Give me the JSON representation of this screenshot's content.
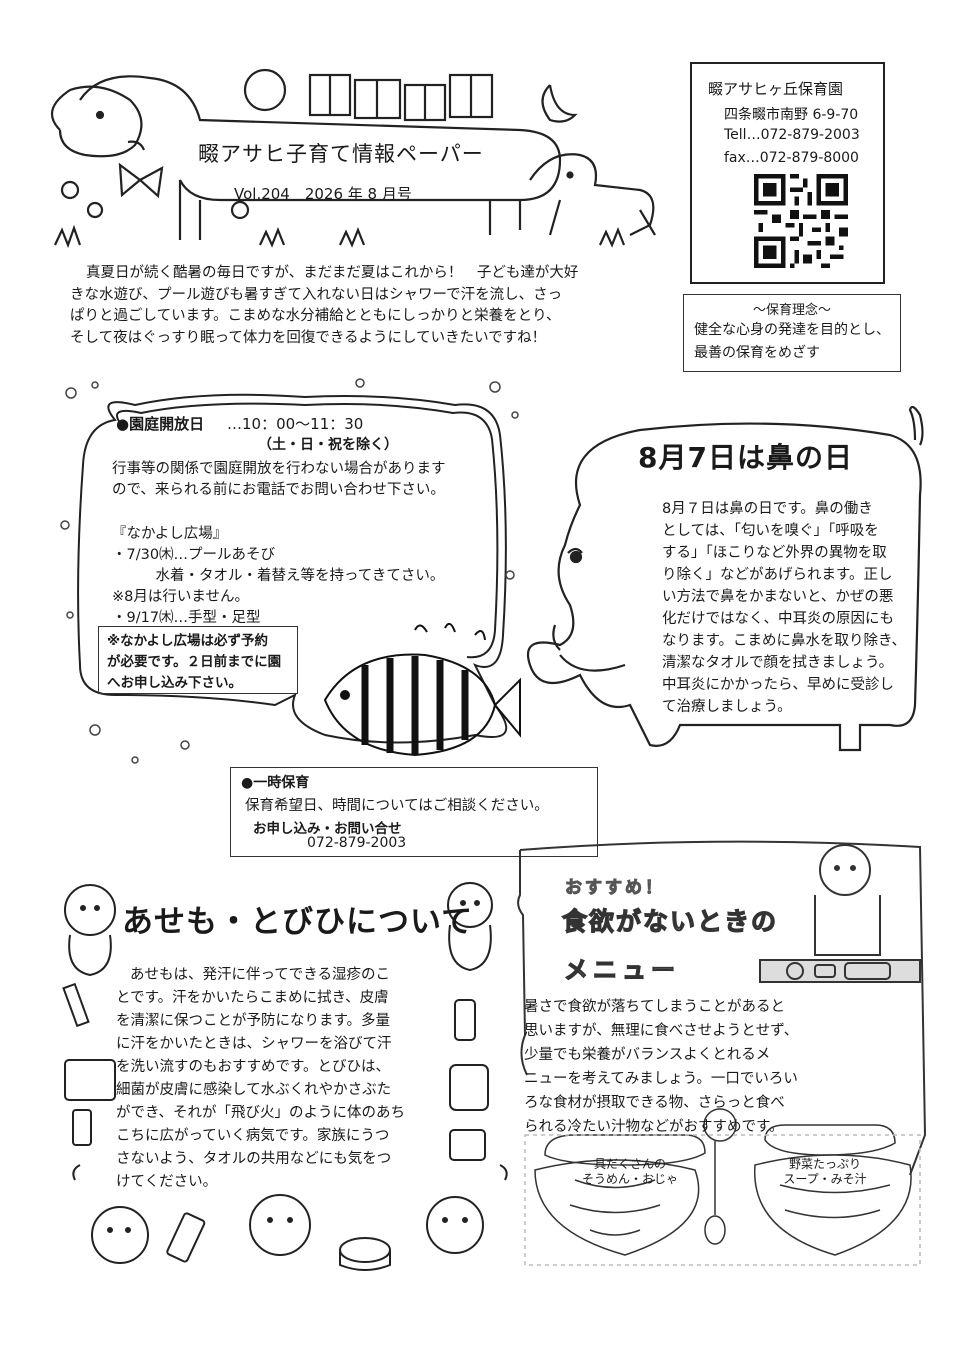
{
  "header": {
    "title": "畷アサヒ子育て情報ペーパー",
    "volume": "Vol.204　2026 年 8 月号"
  },
  "nursery": {
    "name": "畷アサヒヶ丘保育園",
    "address": "四条畷市南野 6-9-70",
    "tel": "Tell…072-879-2003",
    "fax": "fax…072-879-8000"
  },
  "intro": {
    "lines": [
      "真夏日が続く酷暑の毎日ですが、まだまだ夏はこれから！　子ども達が大好",
      "きな水遊び、プール遊びも暑すぎて入れない日はシャワーで汗を流し、さっ",
      "ぱりと過ごしています。こまめな水分補給とともにしっかりと栄養をとり、",
      "そして夜はぐっすり眠って体力を回復できるようにしていきたいですね！"
    ]
  },
  "philosophy": {
    "title": "～保育理念～",
    "lines": [
      "健全な心身の発達を目的とし、",
      "最善の保育をめざす"
    ]
  },
  "open_garden": {
    "title": "●園庭開放日",
    "time": "…10：00～11：30",
    "days": "（土・日・祝を除く）",
    "lines": [
      "行事等の関係で園庭開放を行わない場合があります",
      "ので、来られる前にお電話でお問い合わせ下さい。",
      "",
      "『なかよし広場』",
      "・7/30㈭…プールあそび",
      "　　　水着・タオル・着替え等を持ってきてさい。",
      "※8月は行いません。",
      "・9/17㈭…手型・足型"
    ],
    "note_lines": [
      "※なかよし広場は必ず予約",
      "が必要です。２日前までに園",
      "へお申し込み下さい。"
    ]
  },
  "nose_day": {
    "title": "8月7日は鼻の日",
    "lines": [
      "8月７日は鼻の日です。鼻の働き",
      "としては、「匂いを嗅ぐ」「呼吸を",
      "する」「ほこりなど外界の異物を取",
      "り除く」などがあげられます。正し",
      "い方法で鼻をかまないと、かぜの悪",
      "化だけではなく、中耳炎の原因にも",
      "なります。こまめに鼻水を取り除き、",
      "清潔なタオルで顔を拭きましょう。",
      "中耳炎にかかったら、早めに受診し",
      "て治療しましょう。"
    ]
  },
  "temporary_care": {
    "title": "●一時保育",
    "description": "保育希望日、時間についてはご相談ください。",
    "apply": "お申し込み・お問い合せ",
    "phone": "072-879-2003"
  },
  "asemo": {
    "title": "あせも・とびひについて",
    "lines": [
      "あせもは、発汗に伴ってできる湿疹のこ",
      "とです。汗をかいたらこまめに拭き、皮膚",
      "を清潔に保つことが予防になります。多量",
      "に汗をかいたときは、シャワーを浴びて汗",
      "を洗い流すのもおすすめです。とびひは、",
      "細菌が皮膚に感染して水ぶくれやかさぶた",
      "ができ、それが「飛び火」のように体のあち",
      "こちに広がっていく病気です。家族にうつ",
      "さないよう、タオルの共用などにも気をつ",
      "けてください。"
    ]
  },
  "menu": {
    "label": "おすすめ！",
    "title": "食欲がないときの",
    "subtitle": "メニュー",
    "lines": [
      "暑さで食欲が落ちてしまうことがあると",
      "思いますが、無理に食べさせようとせず、",
      "少量でも栄養がバランスよくとれるメ",
      "ニューを考えてみましょう。一口でいろい",
      "ろな食材が摂取できる物、さらっと食べ",
      "られる冷たい汁物などがおすすめです。"
    ],
    "caption1": [
      "具だくさんの",
      "そうめん・おじゃ"
    ],
    "caption2": [
      "野菜たっぷり",
      "スープ・みそ汁"
    ]
  }
}
